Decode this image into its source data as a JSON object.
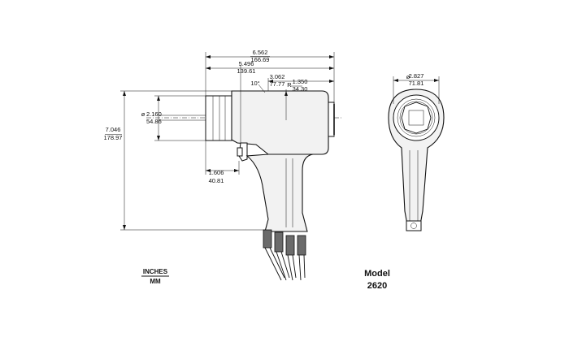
{
  "dimensions": {
    "overall_length": {
      "in": "6.562",
      "mm": "166.69"
    },
    "front_to_handle": {
      "in": "5.496",
      "mm": "139.61"
    },
    "head_length": {
      "in": "3.062",
      "mm": "77.77"
    },
    "radius_prefix": "R",
    "radius": {
      "in": "1.350",
      "mm": "34.30"
    },
    "angle": "10°",
    "diameter_symbol": "ø",
    "nose_diameter": {
      "in": "2.160",
      "mm": "54.86"
    },
    "overall_height": {
      "in": "7.046",
      "mm": "178.97"
    },
    "trigger_offset": {
      "in": "1.606",
      "mm": "40.81"
    },
    "end_diameter": {
      "in": "2.827",
      "mm": "71.81"
    }
  },
  "legend": {
    "upper": "INCHES",
    "lower": "MM"
  },
  "model": {
    "label": "Model",
    "number": "2620"
  }
}
